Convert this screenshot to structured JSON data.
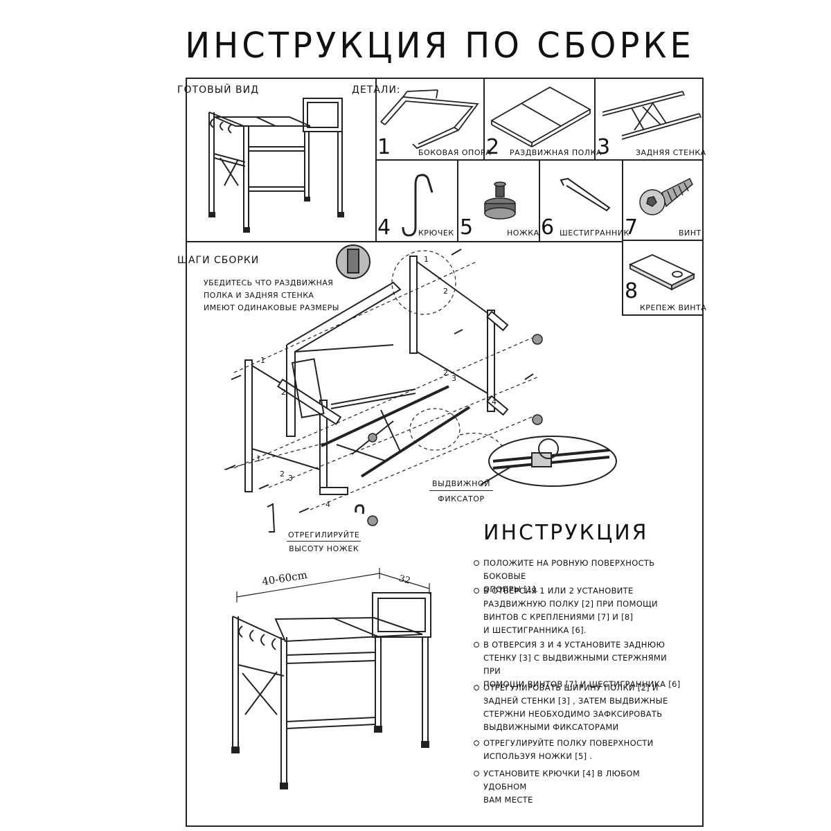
{
  "title": "ИНСТРУКЦИЯ ПО СБОРКЕ",
  "finished_view_label": "ГОТОВЫЙ ВИД",
  "parts_label": "ДЕТАЛИ:",
  "parts": [
    {
      "number": "1",
      "name": "БОКОВАЯ ОПОРА"
    },
    {
      "number": "2",
      "name": "РАЗДВИЖНАЯ ПОЛКА"
    },
    {
      "number": "3",
      "name": "ЗАДНЯЯ СТЕНКА"
    },
    {
      "number": "4",
      "name": "КРЮЧЕК"
    },
    {
      "number": "5",
      "name": "НОЖКА"
    },
    {
      "number": "6",
      "name": "ШЕСТИГРАННИК"
    },
    {
      "number": "7",
      "name": "ВИНТ"
    },
    {
      "number": "8",
      "name": "КРЕПЕЖ ВИНТА"
    }
  ],
  "steps_label": "ШАГИ СБОРКИ",
  "note_lines": [
    "УБЕДИТЕСЬ ЧТО РАЗДВИЖНАЯ",
    "ПОЛКА И ЗАДНЯЯ СТЕНКА",
    "ИМЕЮТ ОДИНАКОВЫЕ РАЗМЕРЫ"
  ],
  "latch_caption": [
    "ВЫДВИЖНОЙ",
    "ФИКСАТОР"
  ],
  "adjust_caption": [
    "ОТРЕГИЛИРУЙТЕ",
    "ВЫСОТУ НОЖЕК"
  ],
  "dimensions": {
    "width": "40-60cm",
    "depth": "32"
  },
  "instruction_title": "ИНСТРУКЦИЯ",
  "instructions": [
    "ПОЛОЖИТЕ НА РОВНУЮ ПОВЕРХНОСТЬ БОКОВЫЕ ОПОПРЫ [1].",
    "В ОТВЕРСИЯ 1 ИЛИ 2 УСТАНОВИТЕ РАЗДВИЖНУЮ ПОЛКУ [2]  ПРИ ПОМОЩИ ВИНТОВ С КРЕПЛЕНИЯМИ [7] И [8] И ШЕСТИГРАННИКА [6].",
    "В ОТВЕРСИЯ 3 И 4 УСТАНОВИТЕ ЗАДНЮЮ СТЕНКУ [3] С ВЫДВИЖНЫМИ СТЕРЖНЯМИ ПРИ ПОМОЩИ ВИНТОВ [7] И ШЕСТИГРАННИКА [6] .",
    "ОТРЕГУЛИРОВАТЬ ШИРИНУ ПОЛКИ [2] И ЗАДНЕЙ СТЕНКИ [3] , ЗАТЕМ ВЫДВИЖНЫЕ СТЕРЖНИ НЕОБХОДИМО ЗАФКСИРОВАТЬ ВЫДВИЖНЫМИ ФИКСАТОРАМИ",
    "ОТРЕГУЛИРУЙТЕ ПОЛКУ ПОВЕРХНОСТИ ИСПОЛЬЗУЯ НОЖКИ [5] .",
    "УСТАНОВИТЕ КРЮЧКИ [4] В ЛЮБОМ УДОБНОМ ВАМ МЕСТЕ"
  ],
  "instruction_lines": [
    [
      "ПОЛОЖИТЕ НА РОВНУЮ ПОВЕРХНОСТЬ БОКОВЫЕ",
      "ОПОПРЫ [1]."
    ],
    [
      "В ОТВЕРСИЯ 1 ИЛИ 2 УСТАНОВИТЕ",
      "РАЗДВИЖНУЮ ПОЛКУ [2]  ПРИ ПОМОЩИ",
      "ВИНТОВ С КРЕПЛЕНИЯМИ [7] И [8]",
      "И ШЕСТИГРАННИКА [6]."
    ],
    [
      "В ОТВЕРСИЯ 3 И 4 УСТАНОВИТЕ ЗАДНЮЮ",
      "СТЕНКУ [3] С ВЫДВИЖНЫМИ СТЕРЖНЯМИ ПРИ",
      "ПОМОЩИ ВИНТОВ [7] И ШЕСТИГРАННИКА [6] ."
    ],
    [
      "ОТРЕГУЛИРОВАТЬ ШИРИНУ ПОЛКИ [2] И",
      "ЗАДНЕЙ СТЕНКИ [3] , ЗАТЕМ ВЫДВИЖНЫЕ",
      "СТЕРЖНИ НЕОБХОДИМО ЗАФКСИРОВАТЬ",
      "ВЫДВИЖНЫМИ ФИКСАТОРАМИ"
    ],
    [
      "ОТРЕГУЛИРУЙТЕ ПОЛКУ ПОВЕРХНОСТИ",
      "ИСПОЛЬЗУЯ НОЖКИ [5] ."
    ],
    [
      "УСТАНОВИТЕ КРЮЧКИ [4] В ЛЮБОМ УДОБНОМ",
      "ВАМ МЕСТЕ"
    ]
  ],
  "hole_labels": [
    "1",
    "2",
    "3",
    "4"
  ]
}
